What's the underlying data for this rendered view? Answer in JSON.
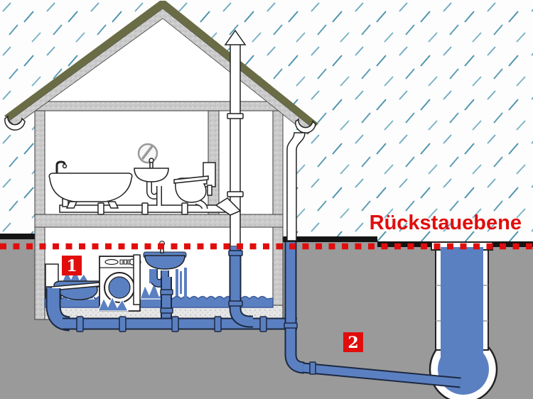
{
  "diagram": {
    "label_backflow_level": "Rückstauebene",
    "marker_1": "1",
    "marker_2": "2"
  },
  "colors": {
    "accent_red": "#e10d0d",
    "water_blue": "#5b80c2",
    "pipe_outline": "#1c2840",
    "roof_olive": "#6a6c46",
    "wall_gray": "#cbcbcb",
    "ground_gray": "#9a9a9a",
    "street_black": "#141414",
    "rain_blue": "#5e9cb6",
    "sky_white": "#fdfdfd"
  },
  "elements": [
    "rain",
    "house-cross-section",
    "roof",
    "gutter",
    "downspout",
    "vent-stack",
    "bathtub",
    "wall-mirror",
    "washbasin",
    "toilet",
    "drain-pipe",
    "flood-water",
    "basement-toilet",
    "washing-machine",
    "basement-sink",
    "standpipe",
    "soil-stack",
    "sewage-collector-pipe",
    "sewer-lateral",
    "manhole-shaft",
    "public-sewer-main",
    "backflow-level-line",
    "street-surface"
  ]
}
